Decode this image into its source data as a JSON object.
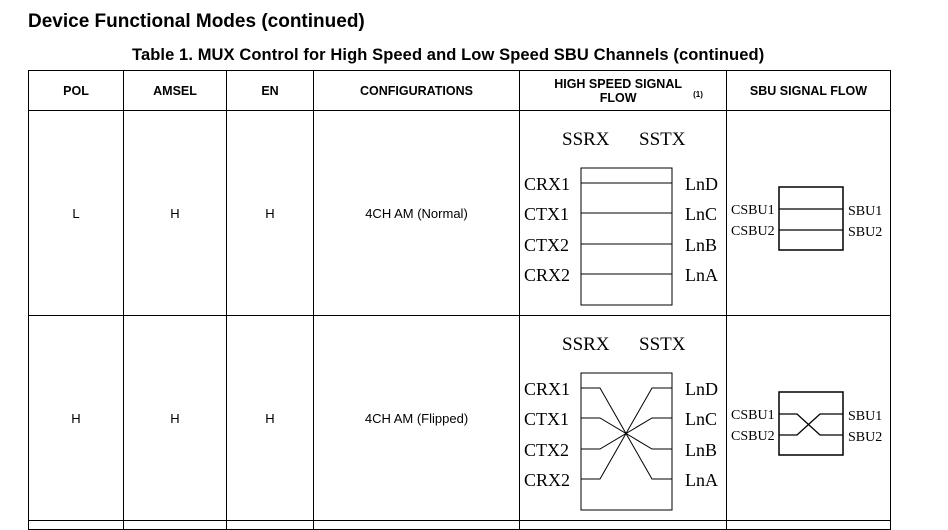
{
  "section_title": "Device Functional Modes (continued)",
  "table_title": "Table 1. MUX Control for High Speed and Low Speed SBU Channels (continued)",
  "columns": {
    "pol": "POL",
    "amsel": "AMSEL",
    "en": "EN",
    "configurations": "CONFIGURATIONS",
    "hs_flow": "HIGH SPEED SIGNAL FLOW",
    "hs_flow_footnote": "(1)",
    "sbu_flow": "SBU SIGNAL FLOW"
  },
  "rows": [
    {
      "pol": "L",
      "amsel": "H",
      "en": "H",
      "configuration": "4CH AM (Normal)",
      "hs": {
        "top_left": "SSRX",
        "top_right": "SSTX",
        "left": [
          "CRX1",
          "CTX1",
          "CTX2",
          "CRX2"
        ],
        "right": [
          "LnD",
          "LnC",
          "LnB",
          "LnA"
        ],
        "routing": "straight"
      },
      "sbu": {
        "left": [
          "CSBU1",
          "CSBU2"
        ],
        "right": [
          "SBU1",
          "SBU2"
        ],
        "routing": "straight"
      }
    },
    {
      "pol": "H",
      "amsel": "H",
      "en": "H",
      "configuration": "4CH AM (Flipped)",
      "hs": {
        "top_left": "SSRX",
        "top_right": "SSTX",
        "left": [
          "CRX1",
          "CTX1",
          "CTX2",
          "CRX2"
        ],
        "right": [
          "LnD",
          "LnC",
          "LnB",
          "LnA"
        ],
        "routing": "flipped"
      },
      "sbu": {
        "left": [
          "CSBU1",
          "CSBU2"
        ],
        "right": [
          "SBU1",
          "SBU2"
        ],
        "routing": "crossed"
      }
    }
  ]
}
